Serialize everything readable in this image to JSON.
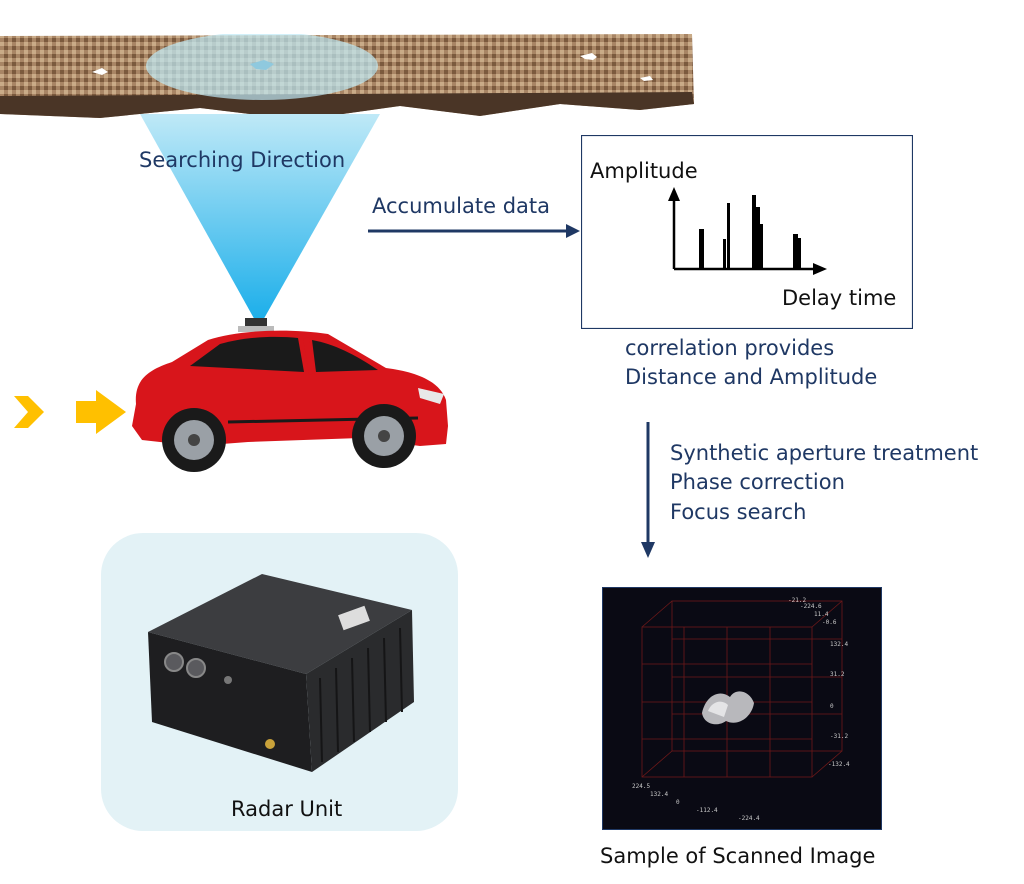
{
  "labels": {
    "searching_direction": "Searching Direction",
    "accumulate_data": "Accumulate data",
    "correlation_line1": "correlation provides",
    "correlation_line2": "Distance and Amplitude",
    "treatment_line1": "Synthetic aperture treatment",
    "treatment_line2": "Phase correction",
    "treatment_line3": "Focus search",
    "radar_unit": "Radar Unit",
    "scanned_image": "Sample of Scanned Image"
  },
  "plot": {
    "y_axis_label": "Amplitude",
    "x_axis_label": "Delay time"
  },
  "scan_ticks": [
    "-21.2",
    "-224.6",
    "11.4",
    "-0.6",
    "132.4",
    "31.2",
    "0",
    "-31.2",
    "-132.4",
    "224.5",
    "132.4",
    "0",
    "-112.4",
    "-224.4"
  ],
  "colors": {
    "text": "#1f3864",
    "arrow": "#1f3864",
    "beam": "#22b8f0",
    "car_body": "#d8151b",
    "motion_arrows": "#ffc000",
    "scan_bg": "#0a0a14"
  },
  "icons": {
    "motion": "chevron-right-arrow",
    "radar_device": "radar-box",
    "car": "hatchback-car"
  }
}
